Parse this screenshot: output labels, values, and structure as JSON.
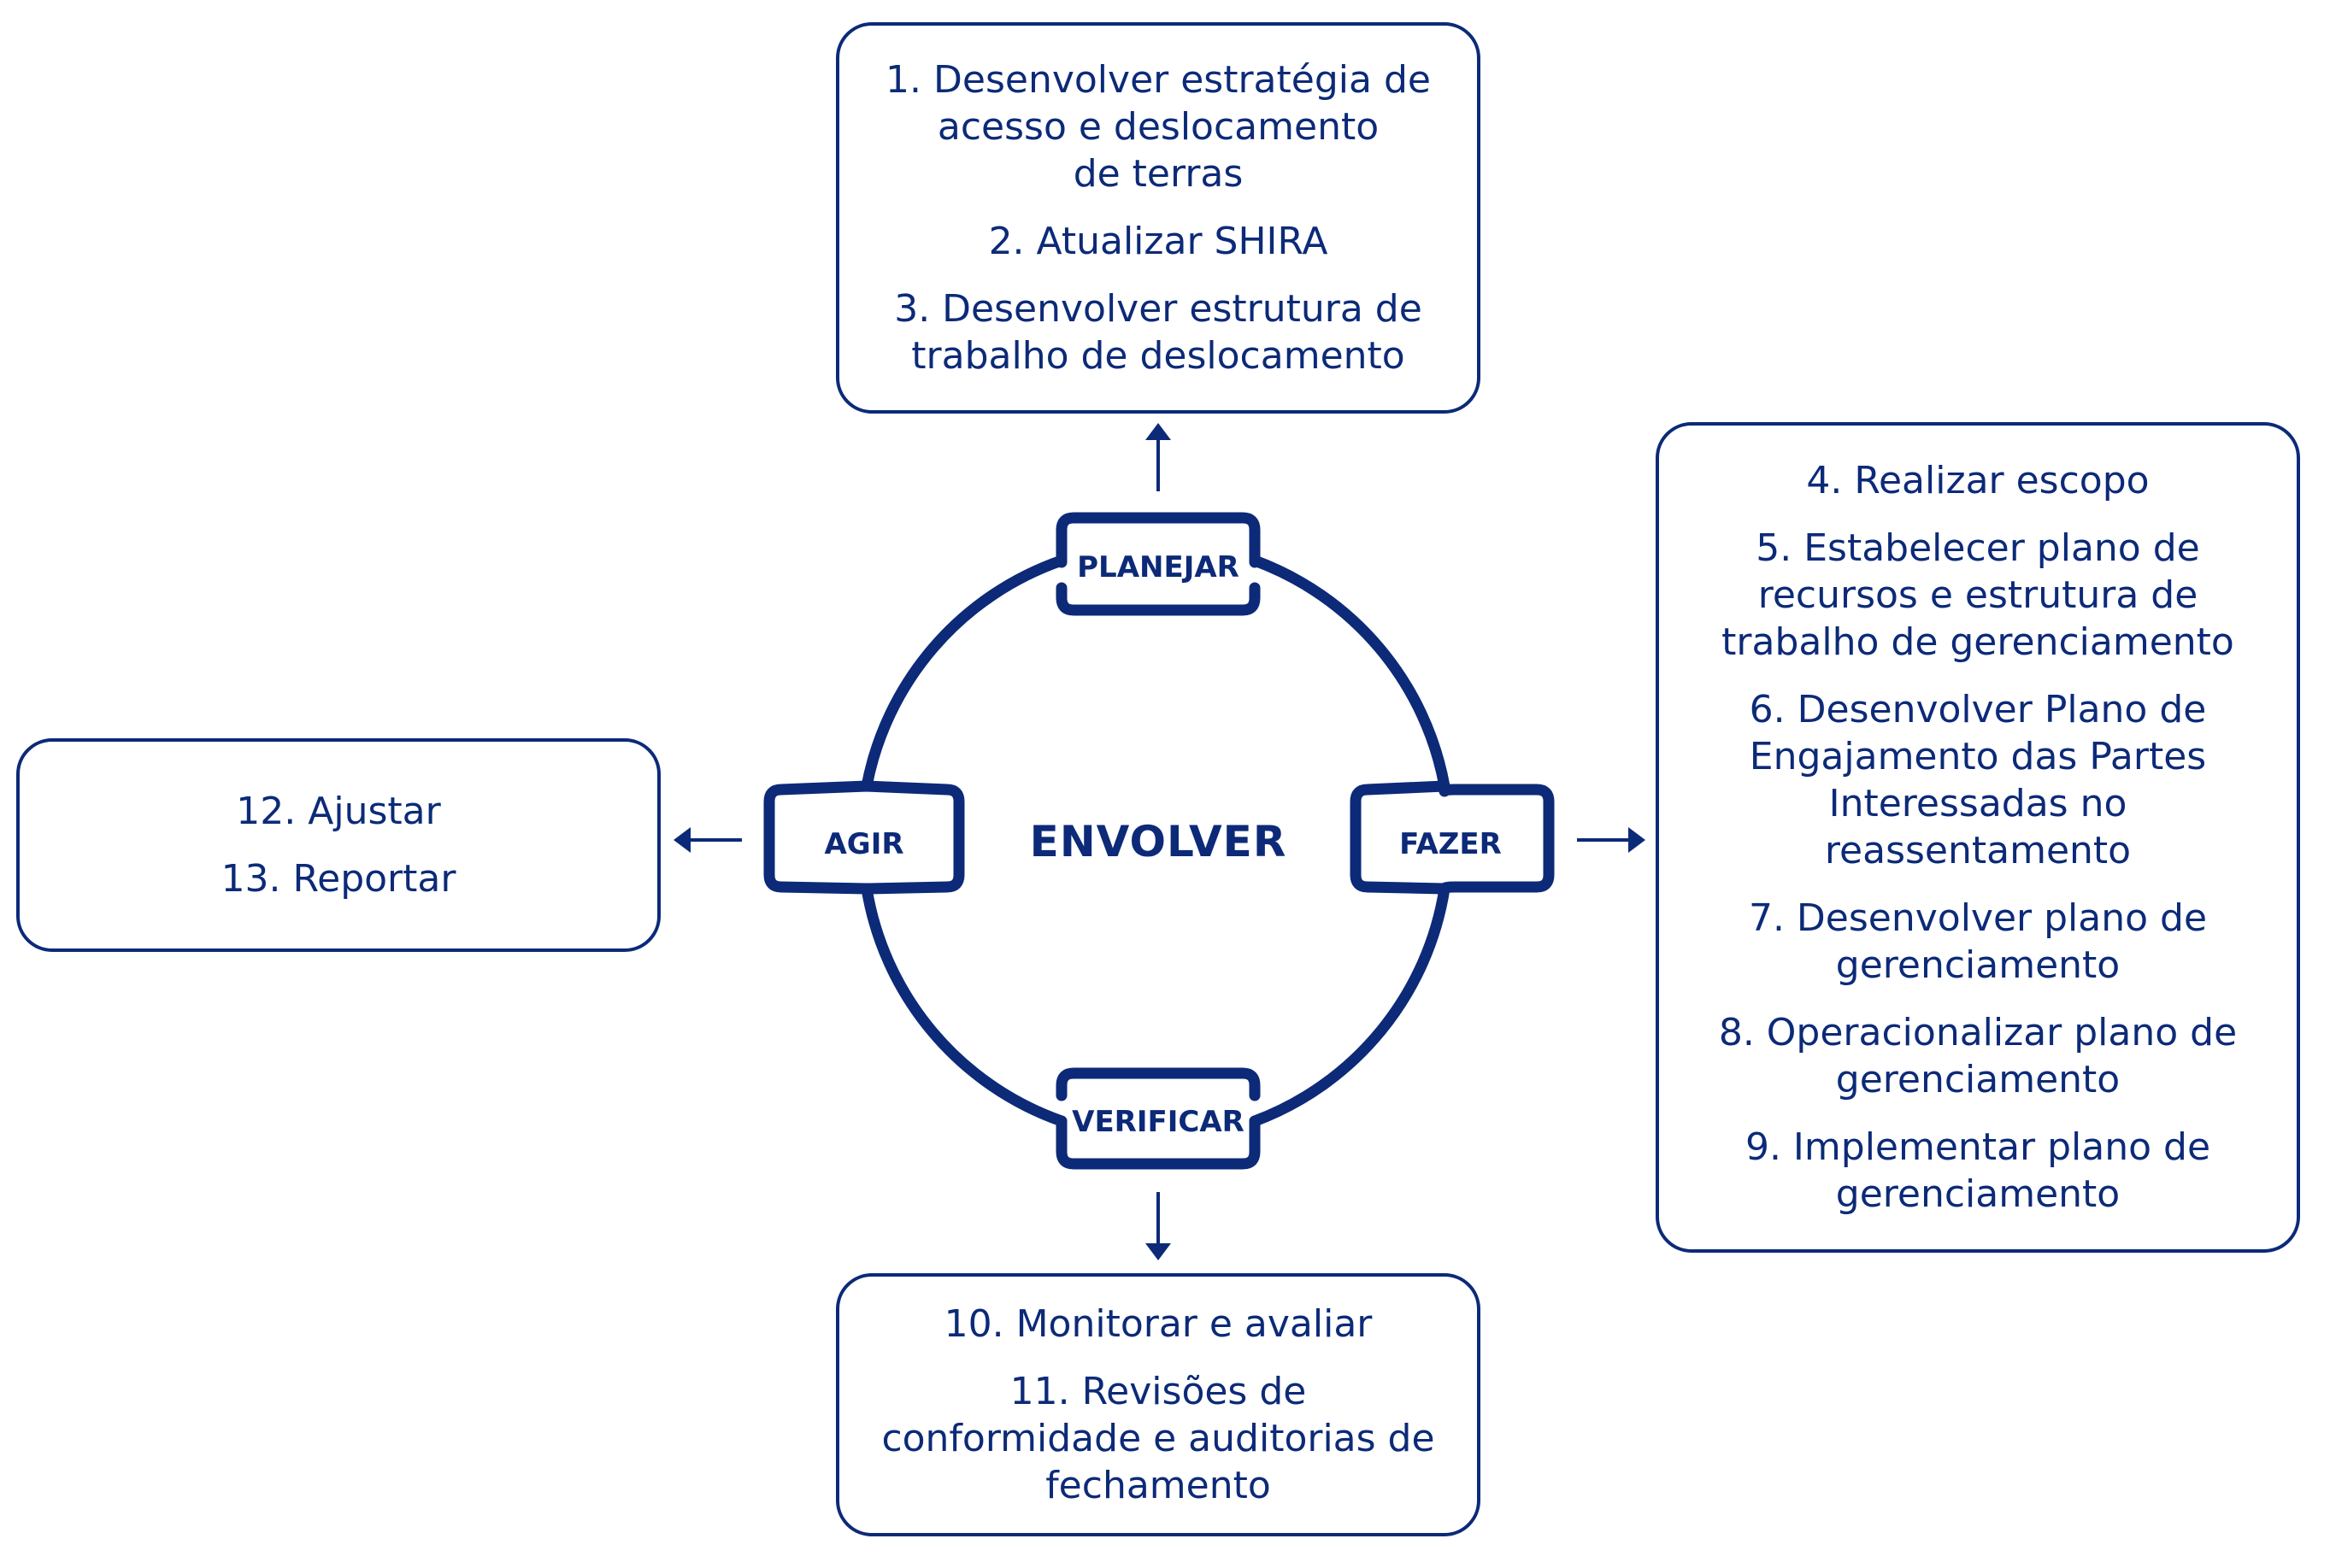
{
  "center": {
    "label": "ENVOLVER"
  },
  "stages": {
    "plan": "PLANEJAR",
    "do": "FAZER",
    "check": "VERIFICAR",
    "act": "AGIR"
  },
  "boxes": {
    "plan": {
      "items": [
        "1. Desenvolver estratégia de\nacesso e deslocamento\nde terras",
        "2. Atualizar SHIRA",
        "3. Desenvolver estrutura de\ntrabalho de deslocamento"
      ]
    },
    "do": {
      "items": [
        "4. Realizar escopo",
        "5. Estabelecer plano de\nrecursos e estrutura de\ntrabalho de gerenciamento",
        "6. Desenvolver Plano de\nEngajamento das Partes\nInteressadas no\nreassentamento",
        "7. Desenvolver plano de\ngerenciamento",
        "8. Operacionalizar plano de\ngerenciamento",
        "9. Implementar plano de\ngerenciamento"
      ]
    },
    "check": {
      "items": [
        "10. Monitorar e avaliar",
        "11. Revisões de\nconformidade e auditorias de\nfechamento"
      ]
    },
    "act": {
      "items": [
        "12. Ajustar",
        "13. Reportar"
      ]
    }
  },
  "colors": {
    "primary": "#0c2a78",
    "background": "#ffffff"
  }
}
